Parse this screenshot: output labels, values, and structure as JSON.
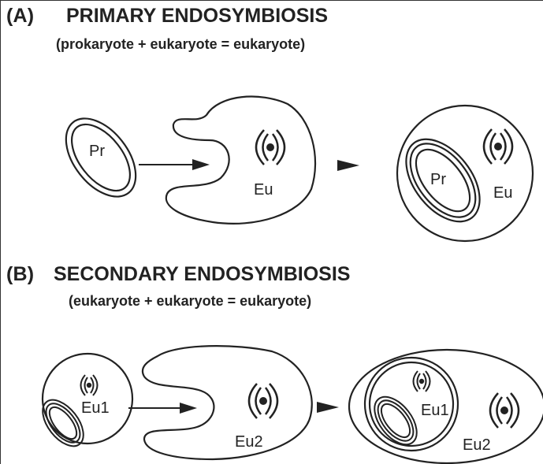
{
  "colors": {
    "stroke": "#222222",
    "background": "#ffffff"
  },
  "panel_a": {
    "label": "(A)",
    "title": "PRIMARY ENDOSYMBIOSIS",
    "equation": "(prokaryote + eukaryote = eukaryote)",
    "prokaryote_label": "Pr",
    "eukaryote_label": "Eu",
    "result_prokaryote_label": "Pr",
    "result_eukaryote_label": "Eu"
  },
  "panel_b": {
    "label": "(B)",
    "title": "SECONDARY ENDOSYMBIOSIS",
    "equation": "(eukaryote + eukaryote = eukaryote)",
    "eukaryote1_label": "Eu1",
    "eukaryote2_label": "Eu2",
    "result_eukaryote1_label": "Eu1",
    "result_eukaryote2_label": "Eu2"
  }
}
